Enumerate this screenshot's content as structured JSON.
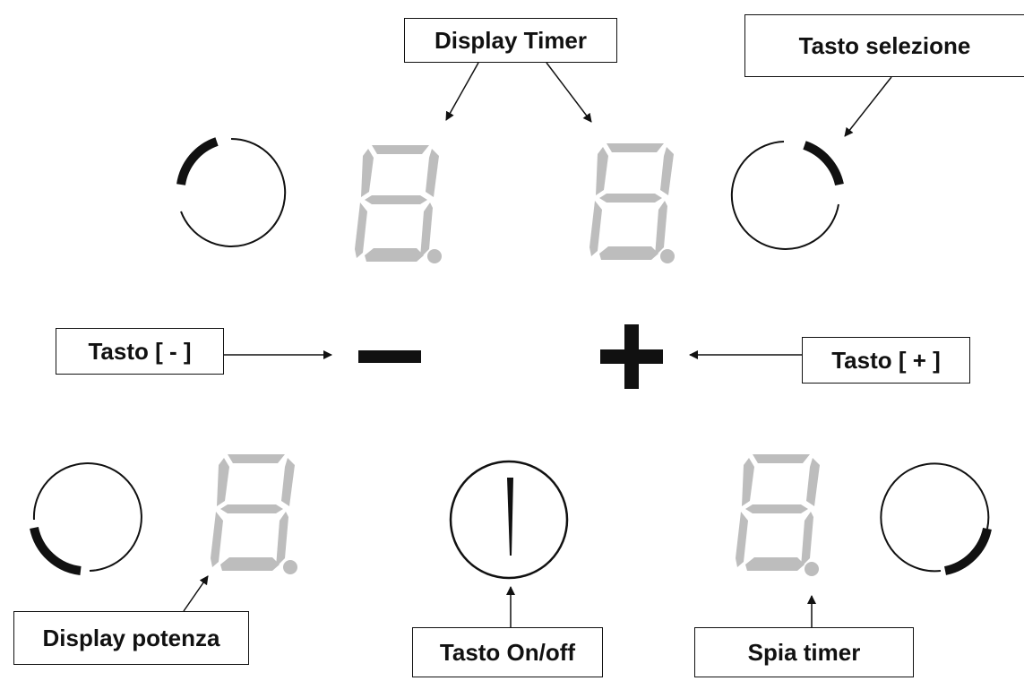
{
  "labels": {
    "display_timer": "Display Timer",
    "tasto_selezione": "Tasto selezione",
    "tasto_minus": "Tasto [ - ]",
    "tasto_plus": "Tasto [ + ]",
    "display_potenza": "Display potenza",
    "tasto_onoff": "Tasto On/off",
    "spia_timer": "Spia timer"
  },
  "colors": {
    "ink": "#111111",
    "segment_unlit": "#bdbdbd",
    "background": "#ffffff"
  },
  "icons": {
    "selection_key": "ring-with-arc-icon",
    "minus_key": "minus-icon",
    "plus_key": "plus-icon",
    "power_key": "power-toggle-icon",
    "digit": "seven-segment-digit-icon"
  }
}
